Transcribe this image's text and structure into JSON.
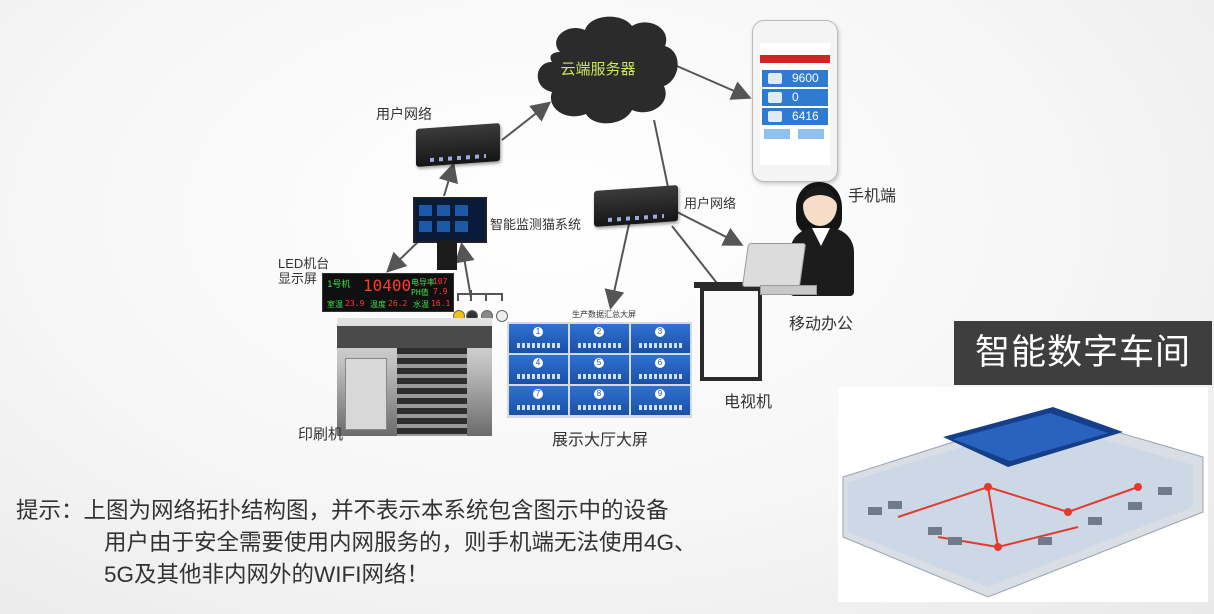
{
  "labels": {
    "cloud": "云端服务器",
    "user_network_top": "用户网络",
    "user_network_right": "用户网络",
    "monitor_system": "智能监测猫系统",
    "led_line1": "LED机台",
    "led_line2": "显示屏",
    "printer": "印刷机",
    "display_wall": "展示大厅大屏",
    "display_wall_title": "生产数据汇总大屏",
    "tv": "电视机",
    "mobile_office": "移动办公",
    "phone": "手机端"
  },
  "phone_screen": {
    "values": [
      "9600",
      "0",
      "6416"
    ]
  },
  "led_panel": {
    "machine": "1号机",
    "count": "10400",
    "rate_label": "电导率",
    "rate_value": "107",
    "ph_label": "PH值",
    "ph_value": "7.9",
    "temp_label": "室温",
    "temp_value": "23.9",
    "water_label": "温度",
    "water_value": "26.2",
    "level_label": "水温",
    "level_value": "16.1"
  },
  "display_wall_cells": [
    "1",
    "2",
    "3",
    "4",
    "5",
    "6",
    "7",
    "8",
    "9"
  ],
  "banner": "智能数字车间",
  "notice": {
    "line1": "提示：上图为网络拓扑结构图，并不表示本系统包含图示中的设备",
    "line2": "用户由于安全需要使用内网服务的，则手机端无法使用4G、",
    "line3": "5G及其他非内网外的WIFI网络！"
  },
  "colors": {
    "cloud": "#2b2b2b",
    "cloud_text": "#c9e85a",
    "banner_bg": "#3e3e3e",
    "phone_tile": "#2f7bd1",
    "wall_tile": "#1a4fa6",
    "led_red": "#ff3b2f",
    "led_green": "#3ee04a"
  }
}
